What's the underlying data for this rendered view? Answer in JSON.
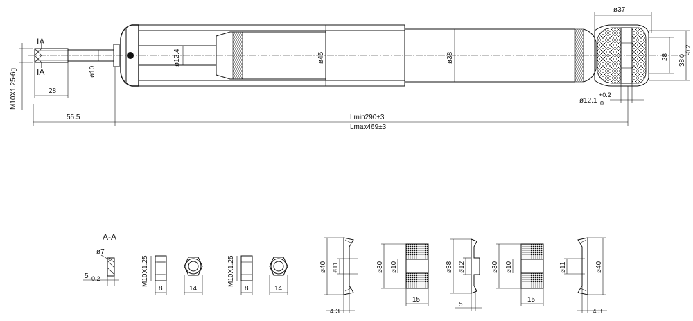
{
  "main_view": {
    "section_mark_top": "IA",
    "section_mark_bottom": "IA",
    "thread_spec": "M10X1.25-6g",
    "thread_length": "28",
    "rod_offset": "55.5",
    "rod_diameter": "ø10",
    "piston_rod_diameter": "ø12.4",
    "body_diameter": "ø45",
    "tube_diameter": "ø38",
    "bush_outer_diameter": "ø37",
    "bush_length": "28",
    "bush_tolerance_value": "38",
    "bush_tolerance": "0",
    "bush_tolerance_lower": "-0.2",
    "bore_diameter": "ø12.1",
    "bore_tolerance_upper": "+0.2",
    "bore_tolerance_lower": "0",
    "length_min": "Lmin290±3",
    "length_max": "Lmax469±3"
  },
  "details": {
    "section_title": "A-A",
    "flat_diameter": "ø7",
    "flat_width": "5",
    "flat_tolerance": "-0.2",
    "nut1_thread": "M10X1.25",
    "nut1_height": "8",
    "nut1_width": "14",
    "nut2_thread": "M10X1.25",
    "nut2_height": "8",
    "nut2_width": "14",
    "washer1_outer": "ø40",
    "washer1_inner": "ø11",
    "washer1_thickness": "4.3",
    "bushing1_outer": "ø30",
    "bushing1_inner": "ø10",
    "bushing1_length": "15",
    "sleeve_outer": "ø38",
    "sleeve_inner": "ø12",
    "sleeve_thickness": "5",
    "bushing2_outer": "ø30",
    "bushing2_inner": "ø10",
    "bushing2_length": "15",
    "washer2_inner": "ø11",
    "washer2_outer": "ø40",
    "washer2_thickness": "4.3"
  }
}
